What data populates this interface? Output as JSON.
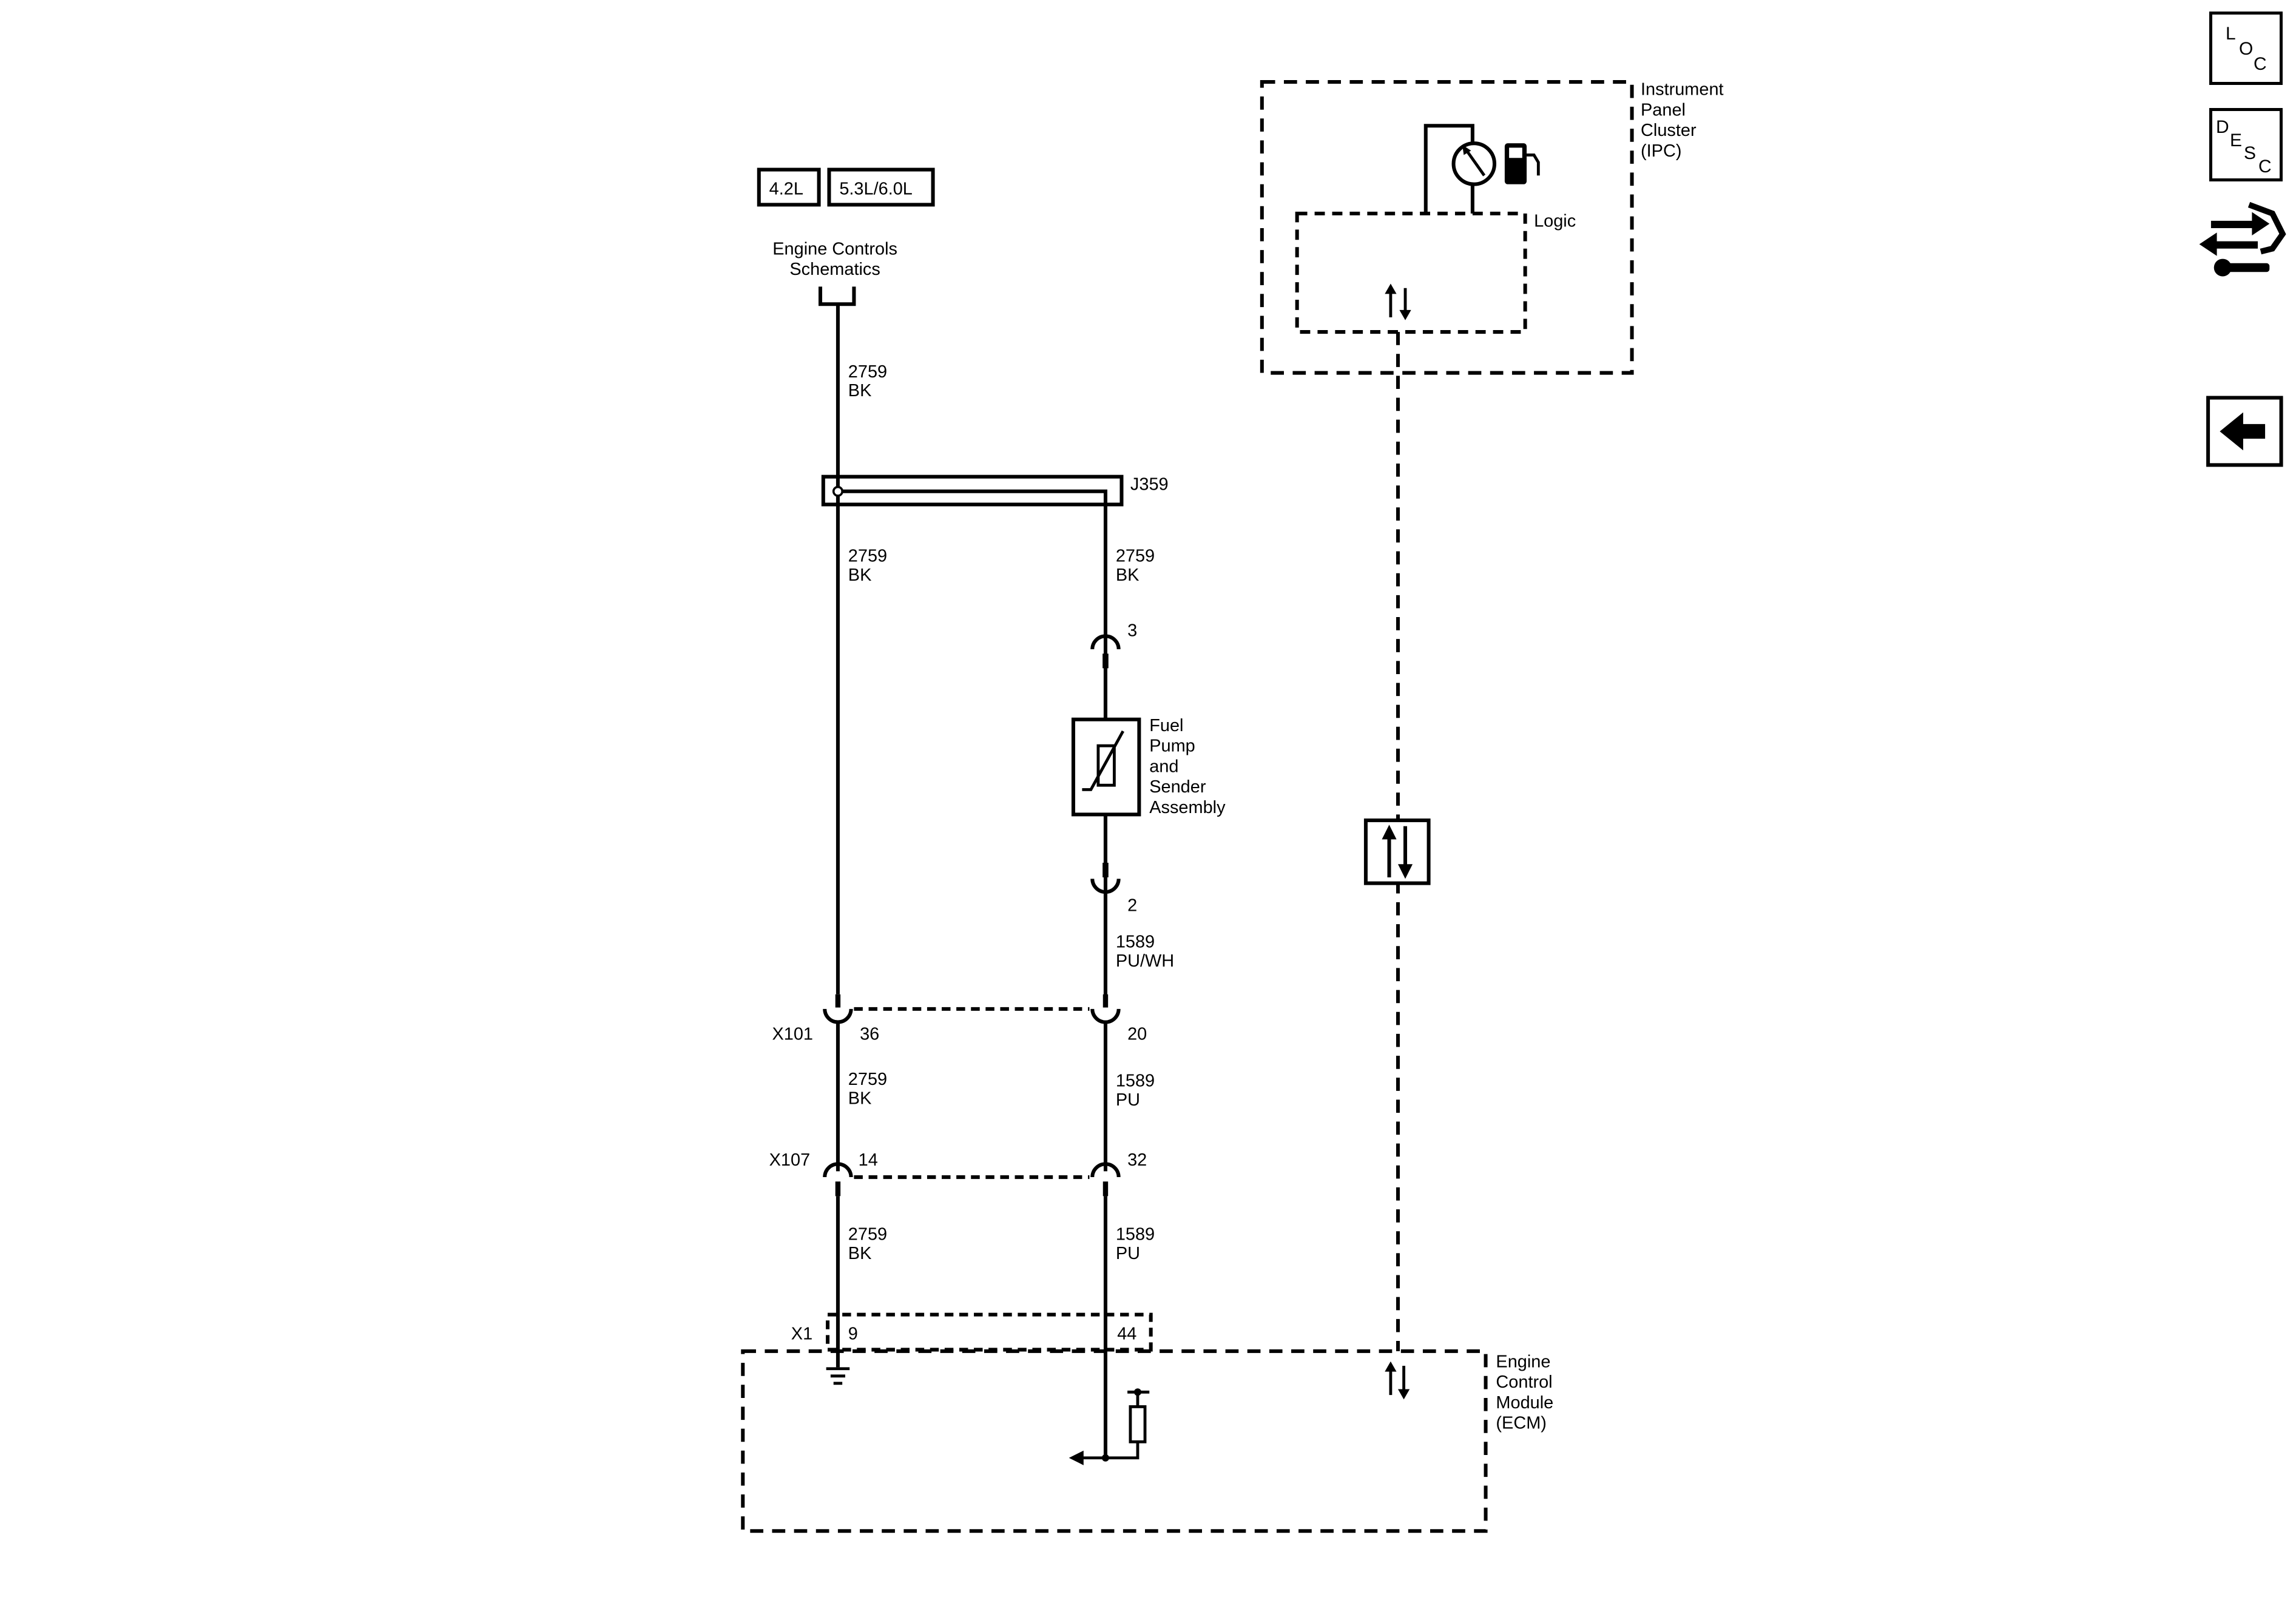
{
  "engine_variants": [
    "4.2L",
    "5.3L/6.0L"
  ],
  "engine_controls_link": [
    "Engine Controls",
    "Schematics"
  ],
  "instrument_panel_cluster": {
    "label": [
      "Instrument",
      "Panel",
      "Cluster",
      "(IPC)"
    ],
    "logic_label": "Logic"
  },
  "ecm": {
    "label": [
      "Engine",
      "Control",
      "Module",
      "(ECM)"
    ],
    "connector": "X1",
    "pins": [
      "9",
      "44"
    ]
  },
  "splice": "J359",
  "wires": {
    "ground_top": [
      "2759",
      "BK"
    ],
    "ground_left": [
      "2759",
      "BK"
    ],
    "ground_right": [
      "2759",
      "BK"
    ],
    "signal_sender": [
      "1589",
      "PU/WH"
    ],
    "ground_mid": [
      "2759",
      "BK"
    ],
    "signal_mid": [
      "1589",
      "PU"
    ],
    "ground_low": [
      "2759",
      "BK"
    ],
    "signal_low": [
      "1589",
      "PU"
    ]
  },
  "fuel_sender": {
    "label": [
      "Fuel",
      "Pump",
      "and",
      "Sender",
      "Assembly"
    ],
    "pin_top": "3",
    "pin_bottom": "2"
  },
  "connectors": [
    {
      "name": "X101",
      "left_pin": "36",
      "right_pin": "20"
    },
    {
      "name": "X107",
      "left_pin": "14",
      "right_pin": "32"
    }
  ],
  "side_toolbar": {
    "location": [
      "L",
      "O",
      "C"
    ],
    "description": [
      "D",
      "E",
      "S",
      "C"
    ],
    "icons": [
      "connector-repair-icon",
      "back-arrow-icon"
    ]
  }
}
